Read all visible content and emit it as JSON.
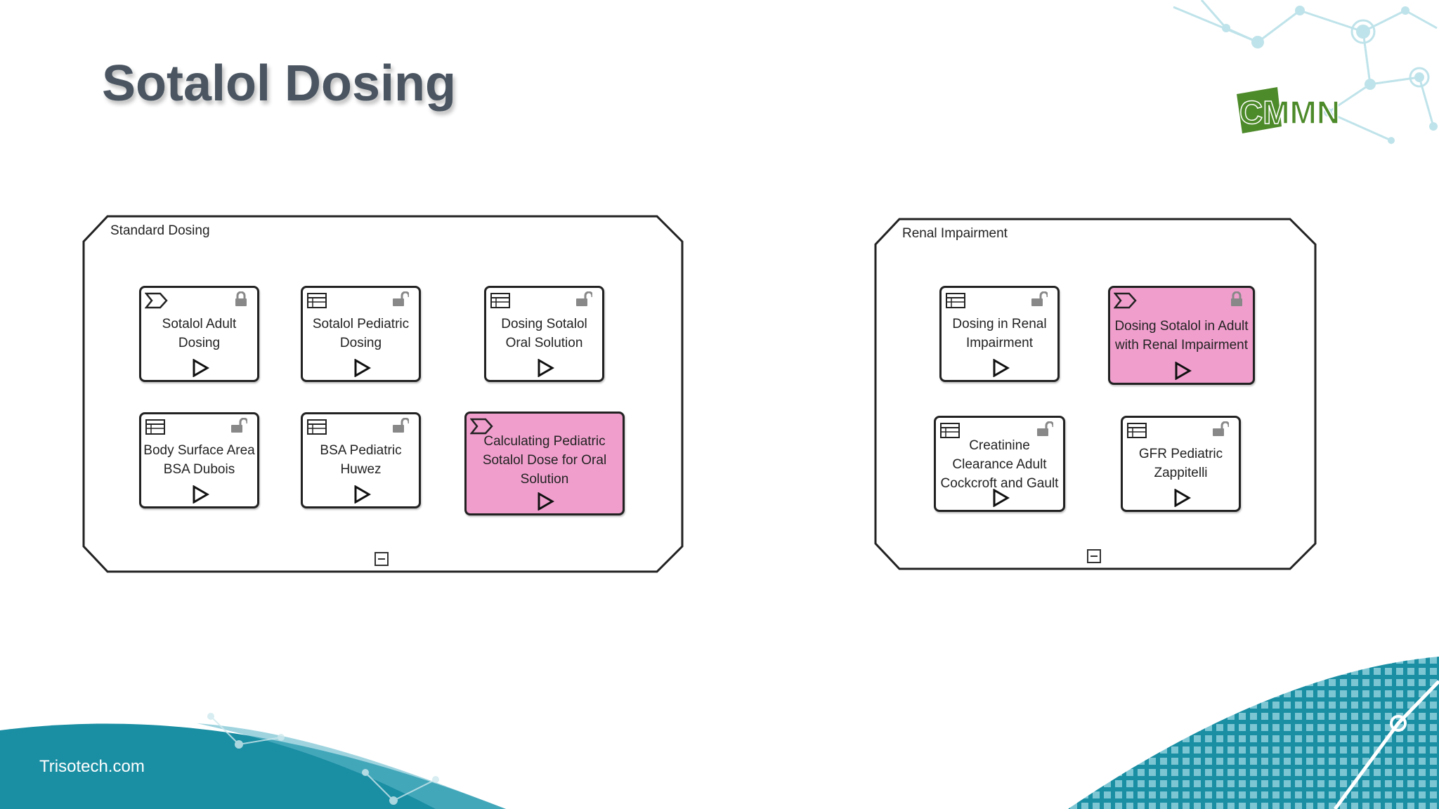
{
  "title": "Sotalol Dosing",
  "logo": {
    "text": "CMMN",
    "color": "#4d8a2a"
  },
  "footer": {
    "text": "Trisotech.com"
  },
  "colors": {
    "highlight": "#f09fcd",
    "teal": "#1a8ea3",
    "title": "#4a5561"
  },
  "stages": [
    {
      "label": "Standard Dosing",
      "tasks": [
        {
          "label": "Sotalol Adult Dosing",
          "icon": "process-chevron-icon",
          "lock": "locked-icon",
          "highlighted": false
        },
        {
          "label": "Sotalol Pediatric Dosing",
          "icon": "decision-table-icon",
          "lock": "unlocked-icon",
          "highlighted": false
        },
        {
          "label": "Dosing Sotalol Oral Solution",
          "icon": "decision-table-icon",
          "lock": "unlocked-icon",
          "highlighted": false
        },
        {
          "label": "Body Surface Area BSA Dubois",
          "icon": "decision-table-icon",
          "lock": "unlocked-icon",
          "highlighted": false
        },
        {
          "label": "BSA Pediatric Huwez",
          "icon": "decision-table-icon",
          "lock": "unlocked-icon",
          "highlighted": false
        },
        {
          "label": "Calculating Pediatric Sotalol Dose for Oral Solution",
          "icon": "process-chevron-icon",
          "lock": "",
          "highlighted": true
        }
      ]
    },
    {
      "label": "Renal Impairment",
      "tasks": [
        {
          "label": "Dosing in Renal Impairment",
          "icon": "decision-table-icon",
          "lock": "unlocked-icon",
          "highlighted": false
        },
        {
          "label": "Dosing Sotalol in Adult with Renal Impairment",
          "icon": "process-chevron-icon",
          "lock": "locked-icon",
          "highlighted": true
        },
        {
          "label": "Creatinine Clearance Adult Cockcroft and Gault",
          "icon": "decision-table-icon",
          "lock": "unlocked-icon",
          "highlighted": false
        },
        {
          "label": "GFR Pediatric Zappitelli",
          "icon": "decision-table-icon",
          "lock": "unlocked-icon",
          "highlighted": false
        }
      ]
    }
  ]
}
